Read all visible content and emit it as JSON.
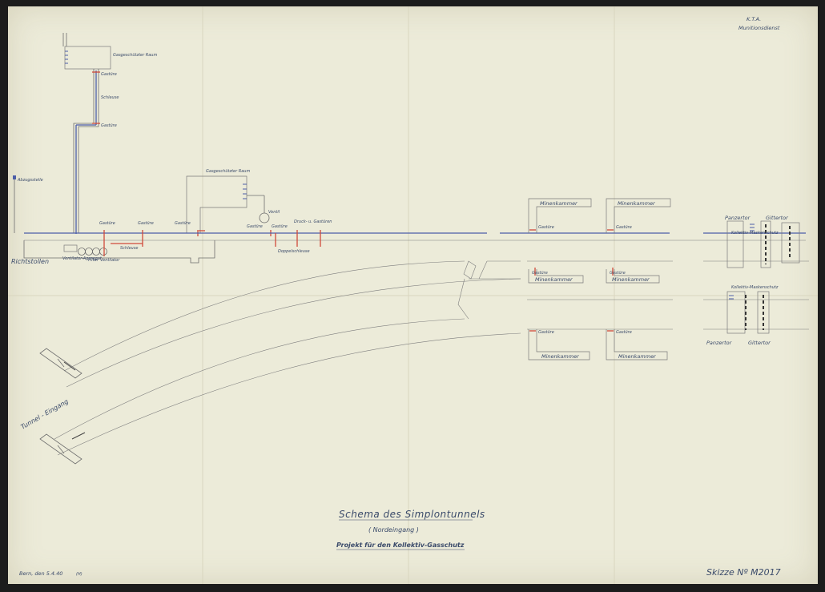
{
  "header": {
    "org_line1": "K.T.A.",
    "org_line2": "Munitionsdienst"
  },
  "title": {
    "line1": "Schema des Simplontunnels",
    "line2": "( Nordeingang )",
    "line3": "Projekt für den Kollektiv-Gasschutz"
  },
  "footer": {
    "date": "Bern, den 5.4.40",
    "initials": "(H)",
    "sketch_id": "Skizze Nº M2017"
  },
  "labels": {
    "gas_room_top": "Gasgeschützter Raum",
    "gastuere_1": "Gastüre",
    "schleuse_top": "Schleuse",
    "gastuere_2": "Gastüre",
    "gas_room_mid": "Gasgeschützter Raum",
    "abzugsstelle": "Abzugsstelle",
    "ventil": "Ventil",
    "gastuere_3": "Gastüre",
    "gastuere_4": "Gastüre",
    "gastuere_5": "Gastüre",
    "gastuere_6": "Gastüre",
    "gastuere_7": "Gastüre",
    "druck_gastueren": "Druck- u. Gastüren",
    "doppelschleuse": "Doppelschleuse",
    "schleuse_mid": "Schleuse",
    "richtstollen": "Richtstollen",
    "ventilator_aggregat": "Ventilator-Aggregat",
    "filter": "Filter",
    "ventilator": "Ventilator",
    "tunnel_eingang": "Tunnel - Eingang",
    "minenkammer_1": "Minenkammer",
    "minenkammer_2": "Minenkammer",
    "minenkammer_3": "Minenkammer",
    "minenkammer_4": "Minenkammer",
    "minenkammer_5": "Minenkammer",
    "minenkammer_6": "Minenkammer",
    "gastuere_m1": "Gastüre",
    "gastuere_m2": "Gastüre",
    "gastuere_m3": "Gastüre",
    "gastuere_m4": "Gastüre",
    "gastuere_m5": "Gastüre",
    "gastuere_m6": "Gastüre",
    "panzertor_1": "Panzertor",
    "gittertor_1": "Gittertor",
    "kollektivschutz_1": "Kollektiv-Maskenschutz",
    "kollektivschutz_2": "Kollektiv-Maskenschutz",
    "panzertor_2": "Panzertor",
    "gittertor_2": "Gittertor"
  },
  "colors": {
    "paper": "#ecebd9",
    "pencil": "#6e6e6e",
    "blue_ink": "#4c5ea8",
    "red_ink": "#d04a3a",
    "label_ink": "#3a4a6a"
  }
}
